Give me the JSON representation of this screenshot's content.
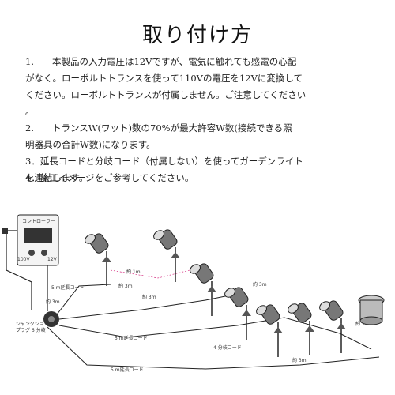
{
  "title": "取り付け方",
  "instructions": [
    {
      "lines": [
        "1.　　本製品の入力電圧は12Vですが、電気に触れても感電の心配",
        "がなく。ローボルトトランスを使って110Vの電圧を12Vに変換して",
        "ください。ローボルトトランスが付属しません。ご注意してください",
        "。"
      ]
    },
    {
      "lines": [
        "2.　　トランスW(ワット)数の70%が最大許容W数(接続できる照",
        "明器具の合計W数)になります。"
      ]
    },
    {
      "lines": [
        "3．延長コードと分岐コード（付属しない）を使ってガーデンライト",
        "を連結します。"
      ]
    },
    {
      "lines": [
        "4．施工イメージをご参考してください。"
      ]
    }
  ],
  "diagram": {
    "controller_label": "コントローラー",
    "input_voltage": "100V",
    "output_voltage": "12V",
    "junction_label_1": "ジャンクション",
    "junction_label_2": "プラグ 6 分岐",
    "branch_cord_label": "4 分岐コード",
    "cords": [
      "5 m延長コード",
      "5 m延長コード",
      "5 m延長コード"
    ],
    "distances": [
      "約 1m",
      "約 3m",
      "約 3m",
      "約 3m",
      "約 3m",
      "約 3m",
      "約 3m"
    ]
  }
}
